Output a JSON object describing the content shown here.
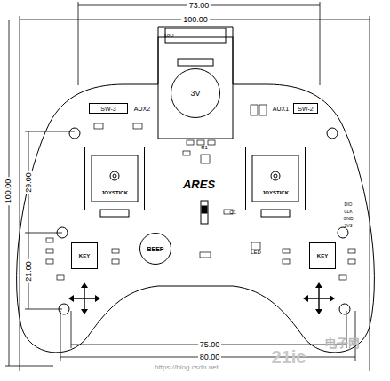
{
  "diagram": {
    "nodes": [
      {
        "text": [
          "3V"
        ]
      },
      {
        "text": [
          "SW-3"
        ]
      },
      {
        "text": [
          "SW-2"
        ]
      },
      {
        "text": [
          "JOYSTICK"
        ]
      },
      {
        "text": [
          "JOYSTICK"
        ]
      },
      {
        "text": [
          "BEEP"
        ]
      },
      {
        "text": [
          "KEY"
        ]
      },
      {
        "text": [
          "KEY"
        ]
      }
    ],
    "edges": [],
    "labels": [
      "73.00",
      "100.00",
      "100.00",
      "29.00",
      "21.00",
      "75.00",
      "80.00",
      "AUX2",
      "AUX1",
      "ARES",
      "10U",
      "R1",
      "C1",
      "LED",
      "DIO",
      "CLK",
      "GND",
      "3V3",
      "电子网",
      "21ic",
      "https://blog.csdn.net"
    ]
  }
}
